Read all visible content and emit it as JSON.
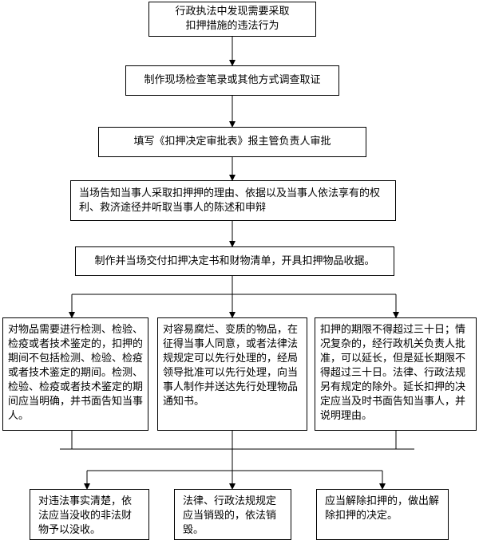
{
  "steps": [
    "行政执法中发现需要采取扣押措施的违法行为",
    "制作现场检查笔录或其他方式调查取证",
    "填写《扣押决定审批表》报主管负责人审批",
    "当场告知当事人采取扣押押的理由、依据以及当事人依法享有的权利、救济途径并听取当事人的陈述和申辩",
    "制作并当场交付扣押决定书和财物清单，开具扣押物品收据。"
  ],
  "branches": [
    "对物品需要进行检测、检验、检疫或者技术鉴定的，扣押的期间不包括检测、检验、检疫或者技术鉴定的期间。检测、检验、检疫或者技术鉴定的期间应当明确，并书面告知当事人。",
    "对容易腐烂、变质的物品，在征得当事人同意，或者法律法规规定可以先行处理的，经局领导批准可以先行处理，向当事人制作并送达先行处理物品通知书。",
    "扣押的期限不得超过三十日；情况复杂的，经行政机关负责人批准，可以延长，但是延长期限不得超过三十日。法律、行政法规另有规定的除外。延长扣押的决定应当及时书面告知当事人，并说明理由。"
  ],
  "outcomes": [
    "对违法事实清楚，依法应当没收的非法财物予以没收。",
    "法律、行政法规规定应当销毁的，依法销毁。",
    "应当解除扣押的，做出解除扣押的决定。"
  ]
}
